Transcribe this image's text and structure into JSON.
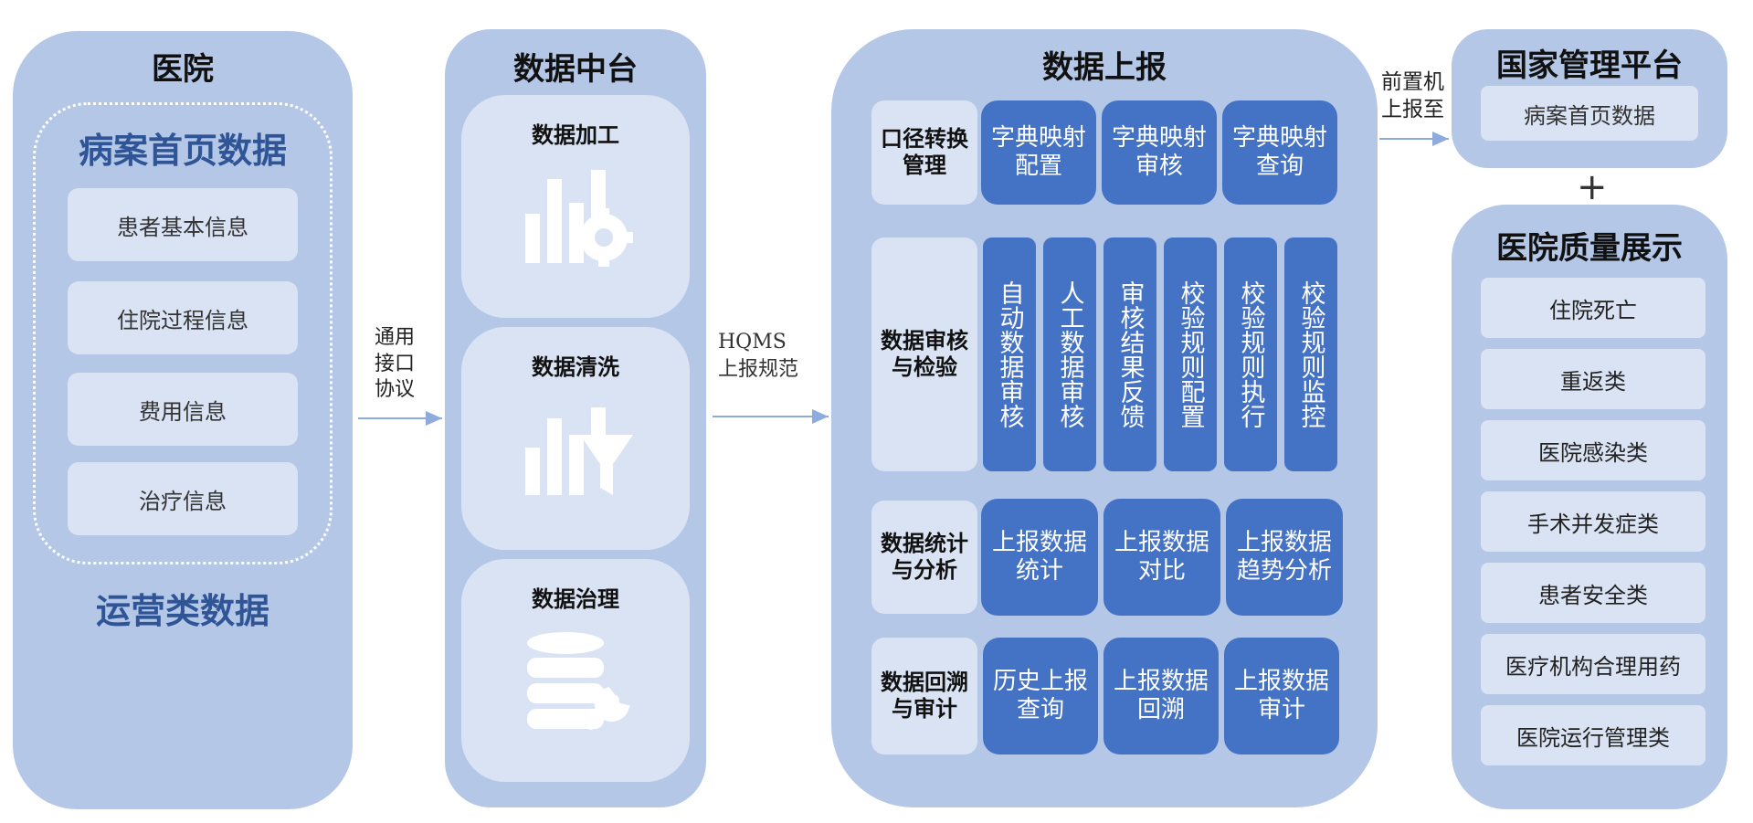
{
  "hospital": {
    "title": "医院",
    "group1_title": "病案首页数据",
    "items": [
      "患者基本信息",
      "住院过程信息",
      "费用信息",
      "治疗信息"
    ],
    "group2_title": "运营类数据"
  },
  "connector1": {
    "lines": [
      "通用",
      "接口",
      "协议"
    ]
  },
  "middle": {
    "title": "数据中台",
    "cards": [
      {
        "title": "数据加工",
        "icon": "bar-chart-gear-icon"
      },
      {
        "title": "数据清洗",
        "icon": "bar-chart-filter-icon"
      },
      {
        "title": "数据治理",
        "icon": "database-wrench-icon"
      }
    ]
  },
  "connector2": {
    "lines": [
      "HQMS",
      "上报规范"
    ]
  },
  "report": {
    "title": "数据上报",
    "rows": [
      {
        "label": "口径转换管理",
        "boxes": [
          "字典映射配置",
          "字典映射审核",
          "字典映射查询"
        ]
      },
      {
        "label": "数据审核与检验",
        "boxes": [
          "自动数据审核",
          "人工数据审核",
          "审核结果反馈",
          "校验规则配置",
          "校验规则执行",
          "校验规则监控"
        ]
      },
      {
        "label": "数据统计与分析",
        "boxes": [
          "上报数据统计",
          "上报数据对比",
          "上报数据趋势分析"
        ]
      },
      {
        "label": "数据回溯与审计",
        "boxes": [
          "历史上报查询",
          "上报数据回溯",
          "上报数据审计"
        ]
      }
    ]
  },
  "connector3": {
    "lines": [
      "前置机",
      "上报至"
    ]
  },
  "national": {
    "title": "国家管理平台",
    "item": "病案首页数据"
  },
  "plus": "+",
  "quality": {
    "title": "医院质量展示",
    "items": [
      "住院死亡",
      "重返类",
      "医院感染类",
      "手术并发症类",
      "患者安全类",
      "医疗机构合理用药",
      "医院运行管理类"
    ]
  },
  "colors": {
    "panel": "#b4c7e7",
    "card": "#dae3f3",
    "accent": "#4472c4",
    "group_title": "#2f5597"
  }
}
